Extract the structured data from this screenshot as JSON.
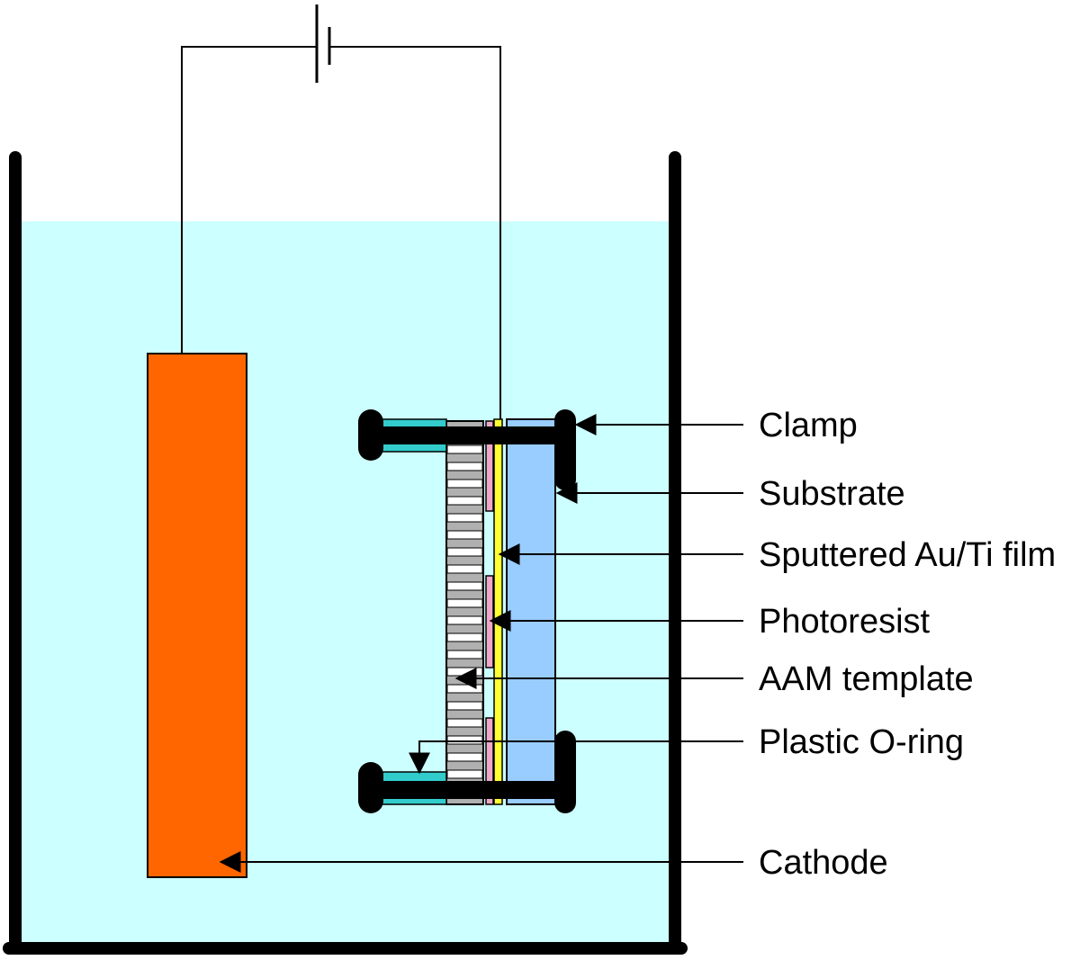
{
  "colors": {
    "electrolyte": "#ccffff",
    "cathode": "#ff6600",
    "substrate": "#99ccff",
    "au_ti_film": "#ffff33",
    "photoresist": "#f0a8c8",
    "aam_template": "#b0b0b0",
    "o_ring": "#33cccc",
    "line": "#000000"
  },
  "labels": {
    "clamp": "Clamp",
    "substrate": "Substrate",
    "film": "Sputtered Au/Ti film",
    "photoresist": "Photoresist",
    "template": "AAM template",
    "o_ring": "Plastic O-ring",
    "cathode": "Cathode"
  }
}
